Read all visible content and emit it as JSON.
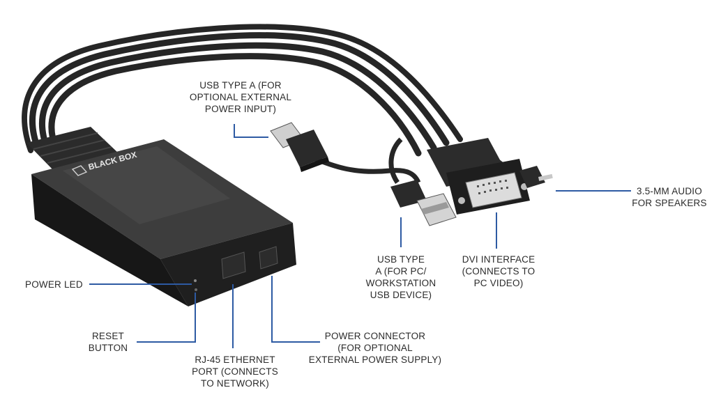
{
  "brand": {
    "logo_text": "BLACK BOX"
  },
  "colors": {
    "leader": "#2d5aa3",
    "device_top": "#3d3d3d",
    "device_side": "#1f1f1f",
    "cable": "#262626",
    "label": "#2b2b2b"
  },
  "callouts": {
    "usb_power": "USB TYPE A (FOR\nOPTIONAL EXTERNAL\nPOWER INPUT)",
    "audio": "3.5-MM AUDIO\nFOR SPEAKERS",
    "usb_pc": "USB TYPE\nA (FOR PC/\nWORKSTATION\nUSB DEVICE)",
    "dvi": "DVI INTERFACE\n(CONNECTS TO\nPC VIDEO)",
    "power_led": "POWER LED",
    "reset": "RESET\nBUTTON",
    "rj45": "RJ-45 ETHERNET\nPORT (CONNECTS\nTO NETWORK)",
    "power_connector": "POWER CONNECTOR\n(FOR OPTIONAL\nEXTERNAL POWER SUPPLY)"
  }
}
